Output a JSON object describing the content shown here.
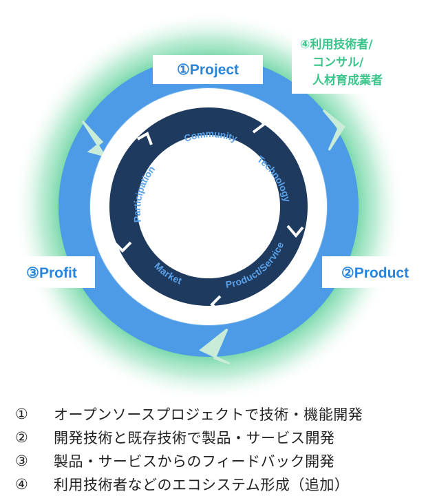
{
  "colors": {
    "glow_inner": "#49c98d",
    "outer_ring": "#4d9be6",
    "inner_ring": "#1f3a5f",
    "label_text_blue": "#2a85da",
    "label_text_green": "#3bc48a"
  },
  "diagram": {
    "outer_labels": {
      "project": "①Project",
      "product": "②Product",
      "profit": "③Profit",
      "ecosystem_line1": "④利用技術者/",
      "ecosystem_line2": "コンサル/",
      "ecosystem_line3": "人材育成業者"
    },
    "inner_labels": {
      "community": "Community",
      "technology": "Technology",
      "product_service": "Product/Service",
      "market": "Market",
      "participation": "Participation"
    }
  },
  "legend": [
    {
      "num": "①",
      "text": "オープンソースプロジェクトで技術・機能開発"
    },
    {
      "num": "②",
      "text": "開発技術と既存技術で製品・サービス開発"
    },
    {
      "num": "③",
      "text": "製品・サービスからのフィードバック開発"
    },
    {
      "num": "④",
      "text": "利用技術者などのエコシステム形成（追加）"
    }
  ]
}
